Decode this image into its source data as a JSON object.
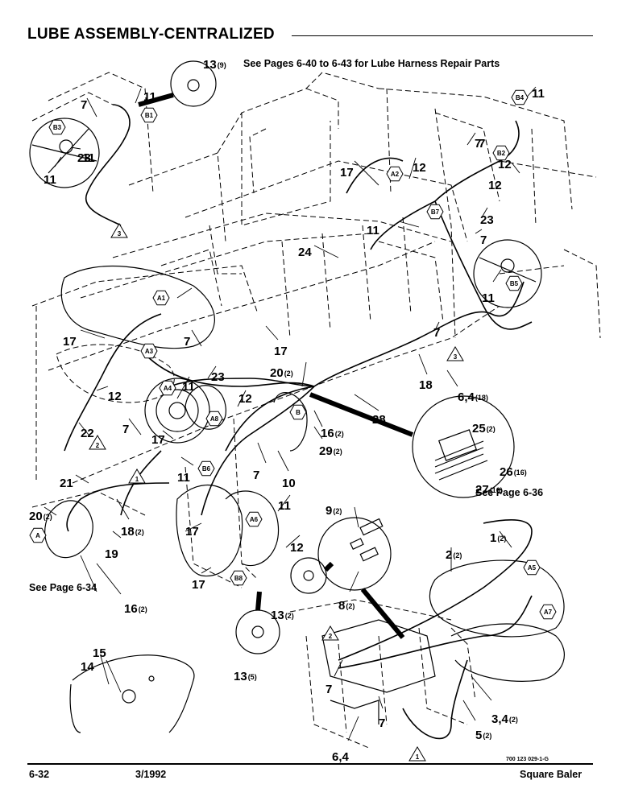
{
  "header": {
    "title": "LUBE ASSEMBLY-CENTRALIZED",
    "note_harness": "See Pages 6-40 to 6-43 for Lube Harness Repair Parts",
    "note_636": "See Page 6-36",
    "note_634": "See Page 6-34"
  },
  "footer": {
    "page": "6-32",
    "date": "3/1992",
    "product": "Square Baler",
    "drawing_no": "700 123 029-1-G"
  },
  "callouts": [
    {
      "label": "13",
      "qty": "(9)"
    },
    {
      "label": "11",
      "qty": ""
    },
    {
      "label": "7",
      "qty": ""
    },
    {
      "label": "11",
      "qty": ""
    },
    {
      "label": "23",
      "qty": ""
    },
    {
      "label": "11",
      "qty": ""
    },
    {
      "label": "7",
      "qty": ""
    },
    {
      "label": "12",
      "qty": ""
    },
    {
      "label": "12",
      "qty": ""
    },
    {
      "label": "17",
      "qty": ""
    },
    {
      "label": "12",
      "qty": ""
    },
    {
      "label": "7",
      "qty": ""
    },
    {
      "label": "11",
      "qty": ""
    },
    {
      "label": "23",
      "qty": ""
    },
    {
      "label": "7",
      "qty": ""
    },
    {
      "label": "11",
      "qty": ""
    },
    {
      "label": "24",
      "qty": ""
    },
    {
      "label": "11",
      "qty": ""
    },
    {
      "label": "7",
      "qty": ""
    },
    {
      "label": "17",
      "qty": ""
    },
    {
      "label": "7",
      "qty": ""
    },
    {
      "label": "17",
      "qty": ""
    },
    {
      "label": "23",
      "qty": ""
    },
    {
      "label": "20",
      "qty": "(2)"
    },
    {
      "label": "18",
      "qty": ""
    },
    {
      "label": "6,4",
      "qty": "(18)"
    },
    {
      "label": "12",
      "qty": ""
    },
    {
      "label": "11",
      "qty": ""
    },
    {
      "label": "12",
      "qty": ""
    },
    {
      "label": "28",
      "qty": ""
    },
    {
      "label": "22",
      "qty": ""
    },
    {
      "label": "7",
      "qty": ""
    },
    {
      "label": "17",
      "qty": ""
    },
    {
      "label": "16",
      "qty": "(2)"
    },
    {
      "label": "29",
      "qty": "(2)"
    },
    {
      "label": "25",
      "qty": "(2)"
    },
    {
      "label": "7",
      "qty": ""
    },
    {
      "label": "10",
      "qty": ""
    },
    {
      "label": "11",
      "qty": ""
    },
    {
      "label": "26",
      "qty": "(16)"
    },
    {
      "label": "27",
      "qty": "(16)"
    },
    {
      "label": "21",
      "qty": ""
    },
    {
      "label": "20",
      "qty": "(2)"
    },
    {
      "label": "18",
      "qty": "(2)"
    },
    {
      "label": "17",
      "qty": ""
    },
    {
      "label": "11",
      "qty": ""
    },
    {
      "label": "19",
      "qty": ""
    },
    {
      "label": "9",
      "qty": "(2)"
    },
    {
      "label": "12",
      "qty": ""
    },
    {
      "label": "1",
      "qty": "(2)"
    },
    {
      "label": "2",
      "qty": "(2)"
    },
    {
      "label": "17",
      "qty": ""
    },
    {
      "label": "16",
      "qty": "(2)"
    },
    {
      "label": "8",
      "qty": "(2)"
    },
    {
      "label": "13",
      "qty": "(2)"
    },
    {
      "label": "15",
      "qty": ""
    },
    {
      "label": "14",
      "qty": ""
    },
    {
      "label": "13",
      "qty": "(5)"
    },
    {
      "label": "7",
      "qty": ""
    },
    {
      "label": "3,4",
      "qty": "(2)"
    },
    {
      "label": "7",
      "qty": ""
    },
    {
      "label": "5",
      "qty": "(2)"
    },
    {
      "label": "6,4",
      "qty": ""
    }
  ],
  "tags": [
    {
      "label": "B4"
    },
    {
      "label": "B1"
    },
    {
      "label": "B3"
    },
    {
      "label": "B2"
    },
    {
      "label": "A2"
    },
    {
      "label": "B7"
    },
    {
      "label": "B5"
    },
    {
      "label": "A1"
    },
    {
      "label": "A3"
    },
    {
      "label": "A4"
    },
    {
      "label": "A8"
    },
    {
      "label": "B"
    },
    {
      "label": "B6"
    },
    {
      "label": "A6"
    },
    {
      "label": "B8"
    },
    {
      "label": "A"
    },
    {
      "label": "A5"
    },
    {
      "label": "A7"
    }
  ],
  "triangles": [
    {
      "label": "3"
    },
    {
      "label": "3"
    },
    {
      "label": "2"
    },
    {
      "label": "1"
    },
    {
      "label": "2"
    },
    {
      "label": "1"
    }
  ]
}
